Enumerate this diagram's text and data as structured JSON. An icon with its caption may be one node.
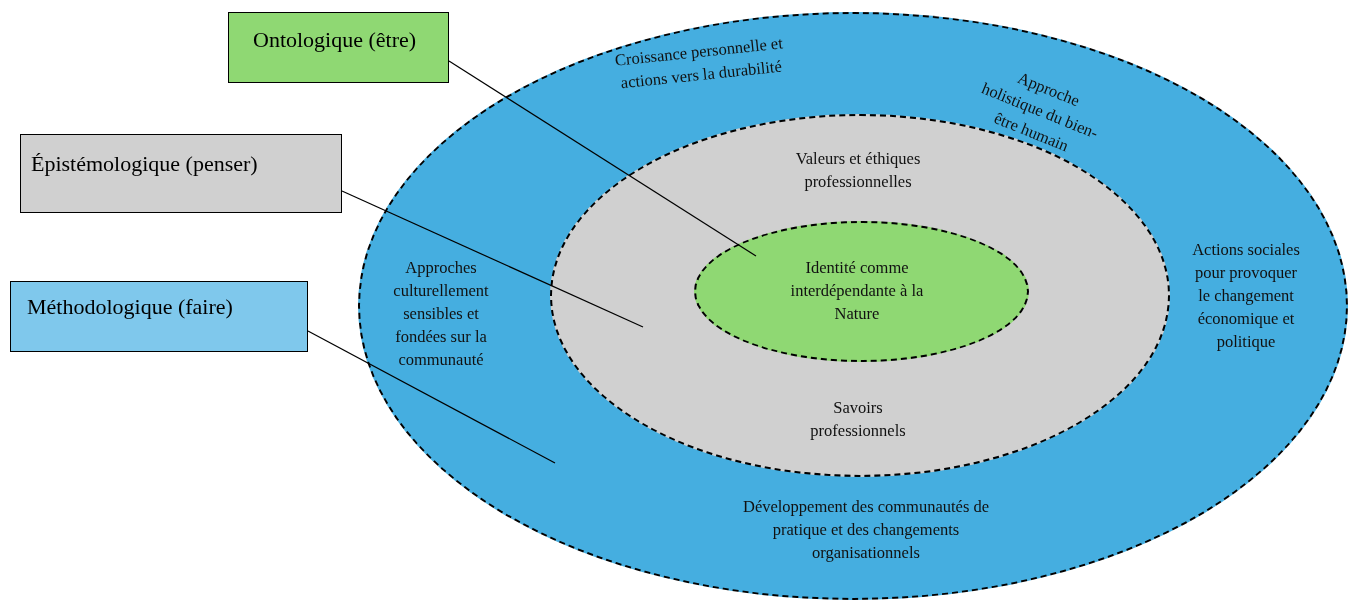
{
  "diagram": {
    "nodes": [
      {
        "text": [
          "Ontologique (être)"
        ]
      },
      {
        "text": [
          "Épistémologique (penser)"
        ]
      },
      {
        "text": [
          "Méthodologique (faire)"
        ]
      },
      {
        "text": [
          "Croissance personnelle et actions vers la durabilité",
          "Approche holistique du bien-être humain",
          "Approches culturellement sensibles et fondées sur la communauté",
          "Actions sociales pour provoquer le changement économique et politique",
          "Développement des communautés de pratique et des changements organisationnels"
        ]
      },
      {
        "text": [
          "Valeurs et éthiques professionnelles",
          "Savoirs professionnels"
        ],
        "in": 3
      },
      {
        "text": [
          "Identité comme interdépendante à la Nature"
        ],
        "in": 4
      }
    ],
    "edges": [
      {
        "from": 0,
        "to": 5,
        "arrow": "none"
      },
      {
        "from": 1,
        "to": 4,
        "arrow": "none"
      },
      {
        "from": 2,
        "to": 3,
        "arrow": "none"
      }
    ]
  }
}
